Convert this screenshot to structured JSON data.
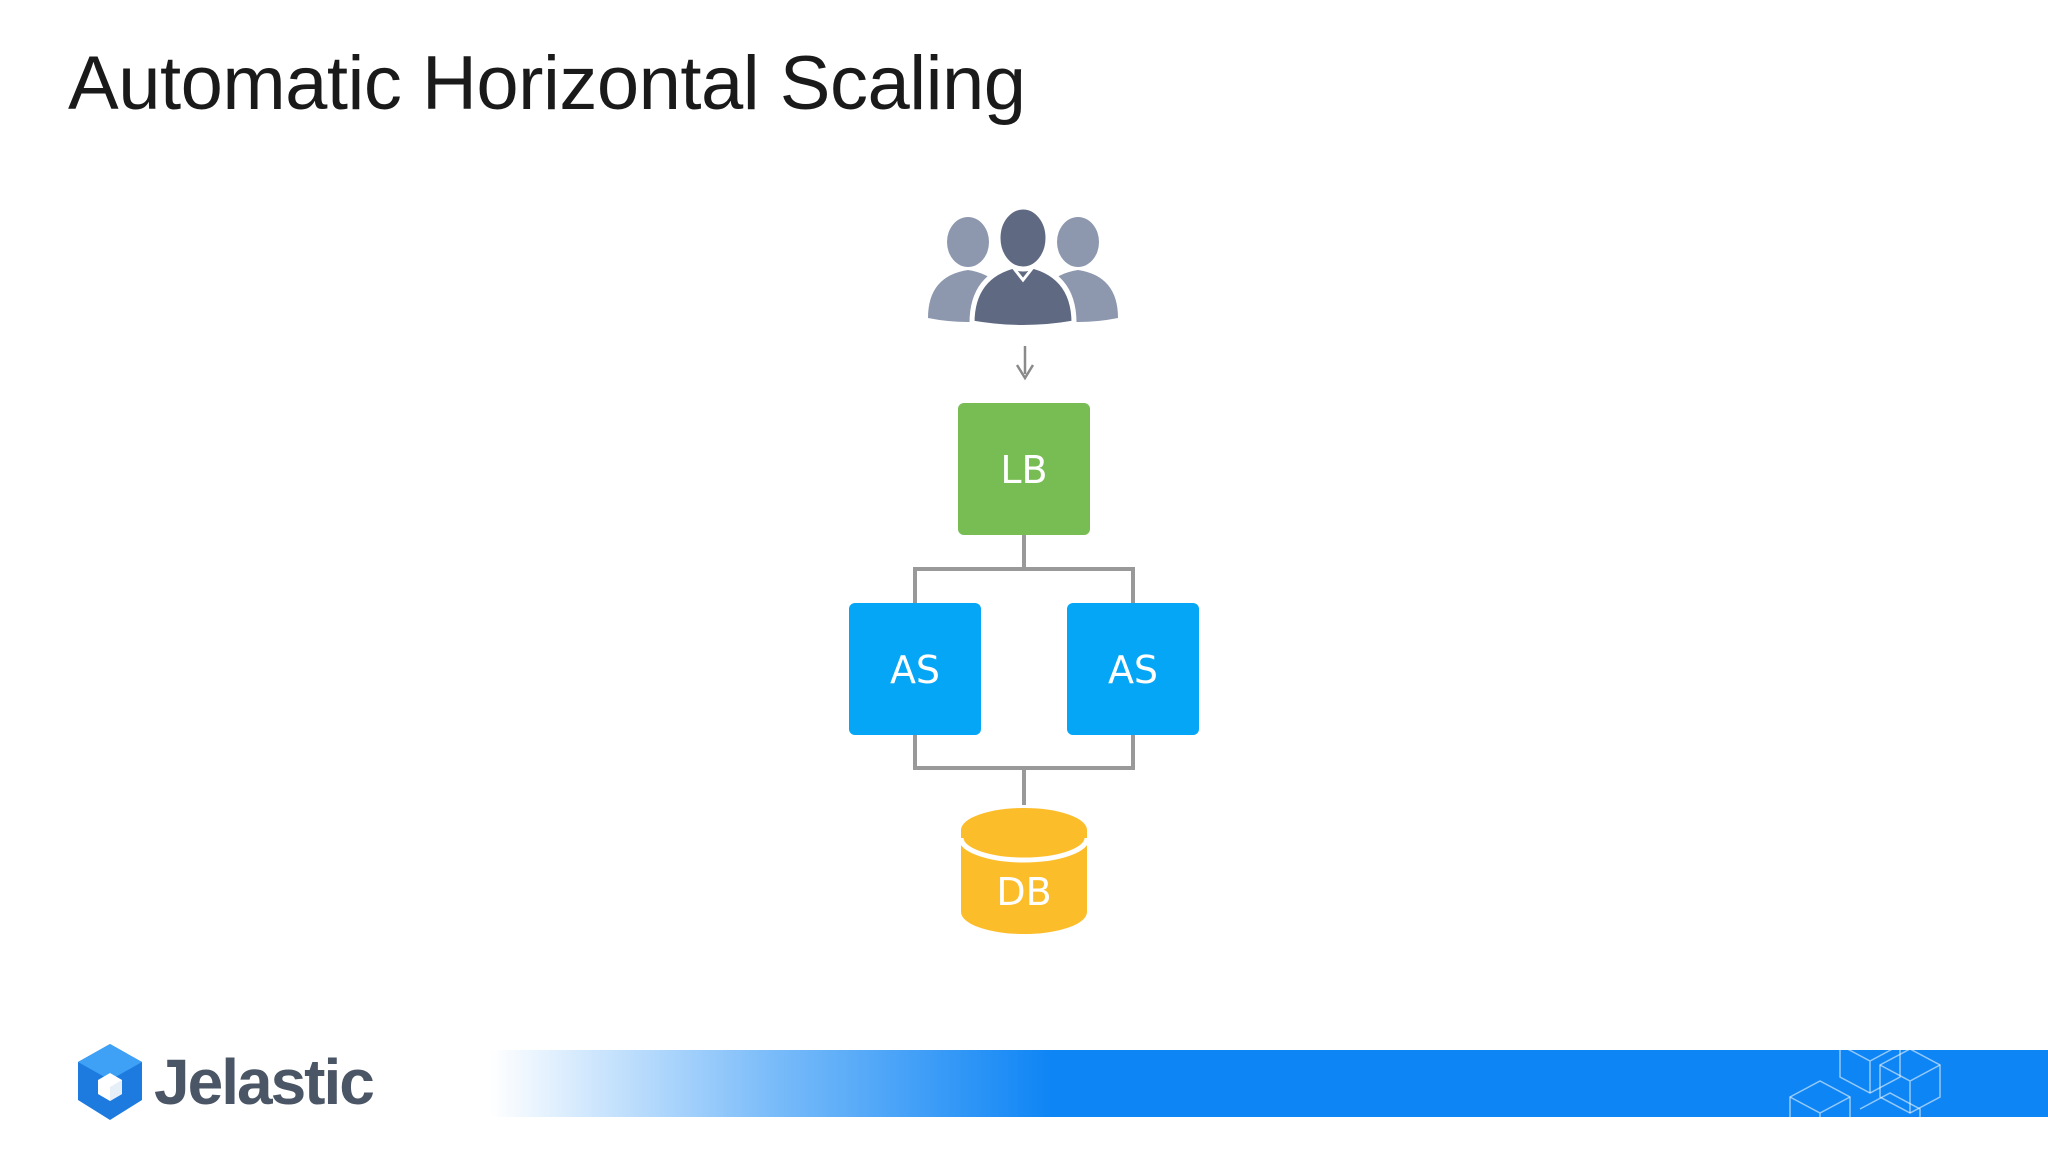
{
  "slide": {
    "title": "Automatic Horizontal Scaling"
  },
  "diagram": {
    "users": {
      "icon": "users-group-icon"
    },
    "nodes": {
      "lb": {
        "label": "LB",
        "color": "#77bd53"
      },
      "as_left": {
        "label": "AS",
        "color": "#05a6f6"
      },
      "as_right": {
        "label": "AS",
        "color": "#05a6f6"
      },
      "db": {
        "label": "DB",
        "color": "#fcbd2b"
      }
    },
    "connector_color": "#999999"
  },
  "branding": {
    "logo_text": "Jelastic",
    "logo_icon": "jelastic-cube-icon",
    "footer_color": "#0e85f5"
  }
}
